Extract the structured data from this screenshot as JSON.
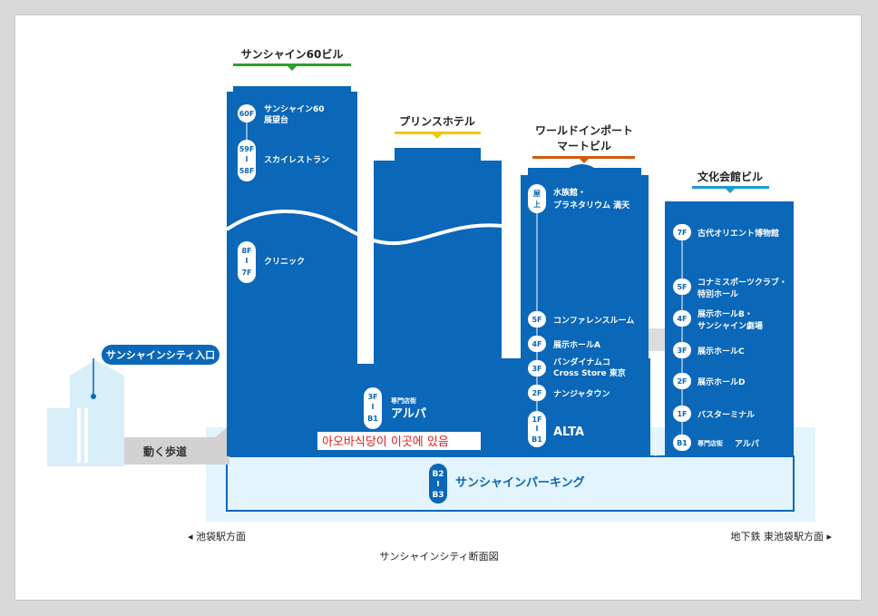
{
  "colors": {
    "blue": "#0b67b8",
    "light_blue": "#e3f4fc",
    "mid_light_blue": "#c7e8f7",
    "green_bar": "#2e9f2e",
    "yellow_bar": "#f2c800",
    "orange_bar": "#d45a0e",
    "cyan_bar": "#1a9ad6",
    "gray_walk": "#d2d2d2",
    "annotation_red": "#e11c1c"
  },
  "buildings": {
    "sunshine60": {
      "name": "サンシャイン60ビル",
      "floors": [
        {
          "tag": "60F",
          "label": "サンシャイン60",
          "label2": "展望台"
        },
        {
          "tag": "59F",
          "tag2": "58F",
          "label": "スカイレストラン"
        },
        {
          "tag": "8F",
          "tag2": "7F",
          "label": "クリニック"
        }
      ]
    },
    "prince": {
      "name": "プリンスホテル"
    },
    "world_import": {
      "name_line1": "ワールドインポート",
      "name_line2": "マートビル",
      "floors": [
        {
          "tag": "屋",
          "tag2": "上",
          "label": "水族館・",
          "label2": "プラネタリウム 満天"
        },
        {
          "tag": "5F",
          "label": "コンファレンスルーム"
        },
        {
          "tag": "4F",
          "label": "展示ホールA"
        },
        {
          "tag": "3F",
          "label": "バンダイナムコ",
          "label2": "Cross Store 東京"
        },
        {
          "tag": "2F",
          "label": "ナンジャタウン"
        },
        {
          "tag": "1F",
          "tag2": "B1",
          "label": "ALTA"
        }
      ]
    },
    "bunka": {
      "name": "文化会館ビル",
      "floors": [
        {
          "tag": "7F",
          "label": "古代オリエント博物館"
        },
        {
          "tag": "5F",
          "label": "コナミスポーツクラブ・",
          "label2": "特別ホール"
        },
        {
          "tag": "4F",
          "label": "展示ホールB・",
          "label2": "サンシャイン劇場"
        },
        {
          "tag": "3F",
          "label": "展示ホールC"
        },
        {
          "tag": "2F",
          "label": "展示ホールD"
        },
        {
          "tag": "1F",
          "label": "バスターミナル"
        },
        {
          "tag": "B1",
          "label_small": "専門店街",
          "label": "アルパ"
        }
      ]
    }
  },
  "alpa": {
    "tag": "3F",
    "tag2": "B1",
    "small": "専門店街",
    "label": "アルパ"
  },
  "parking": {
    "tag": "B2",
    "tag2": "B3",
    "label": "サンシャインパーキング"
  },
  "entrance": {
    "label": "サンシャインシティ入口"
  },
  "walkway": {
    "label": "動く歩道"
  },
  "annotation": {
    "text": "아오바식당이 이곳에 있음"
  },
  "footer": {
    "left": "◂ 池袋駅方面",
    "right": "地下鉄 東池袋駅方面 ▸",
    "caption": "サンシャインシティ断面図"
  }
}
